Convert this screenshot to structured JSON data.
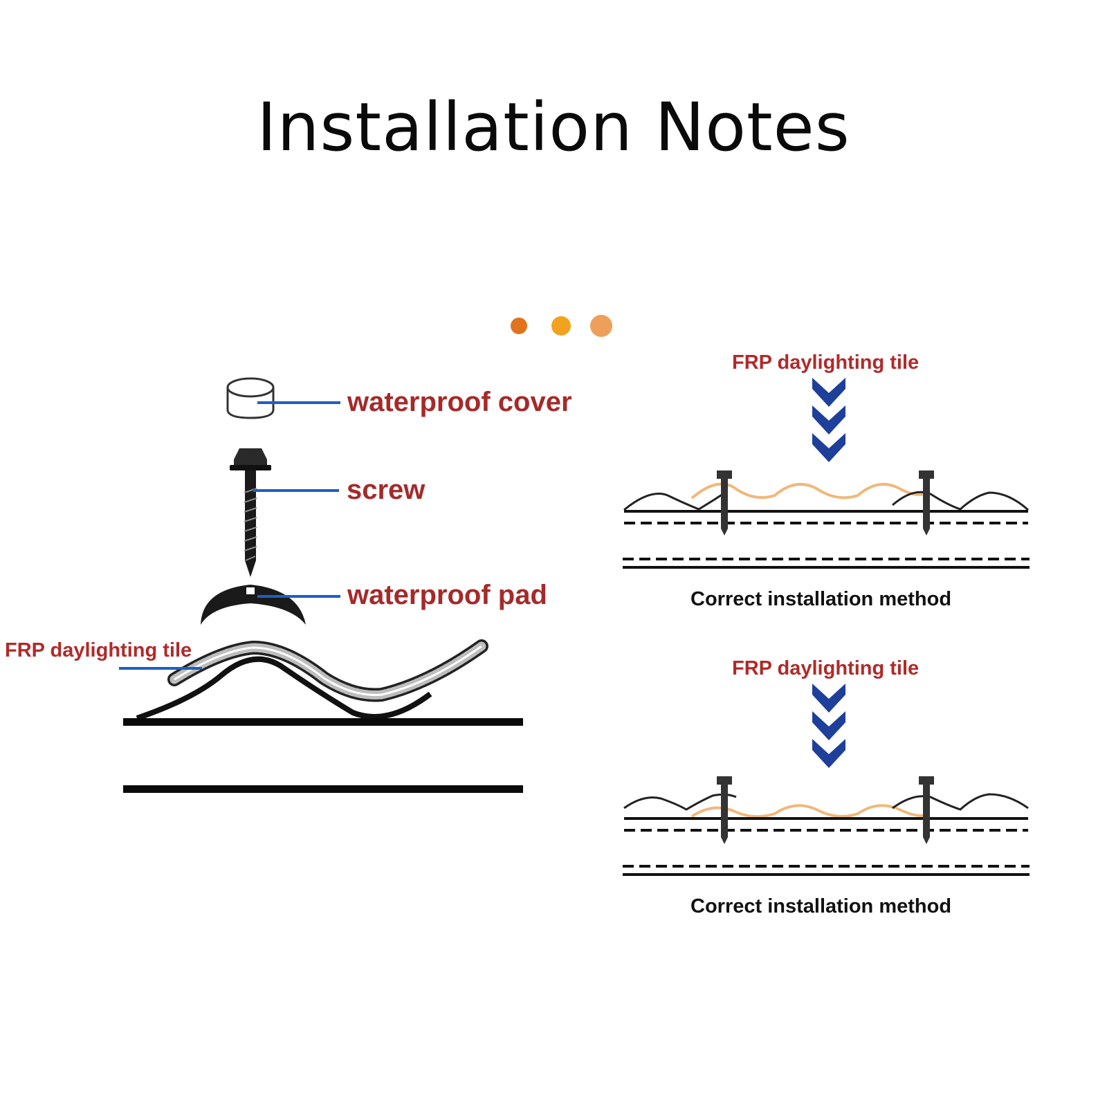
{
  "title": "Installation Notes",
  "exploded_view": {
    "labels": {
      "cover": "waterproof cover",
      "screw": "screw",
      "pad": "waterproof pad",
      "tile": "FRP daylighting tile"
    }
  },
  "panels": [
    {
      "top_label": "FRP daylighting tile",
      "caption": "Correct installation method"
    },
    {
      "top_label": "FRP daylighting tile",
      "caption": "Correct installation method"
    }
  ],
  "colors": {
    "label_red": "#a52a2a",
    "leader_blue": "#1f5fbf",
    "arrow_blue": "#1e3f9a",
    "frp_orange": "#f0b87a",
    "dots": [
      "#e0731e",
      "#f2a21e",
      "#eea05a"
    ]
  }
}
